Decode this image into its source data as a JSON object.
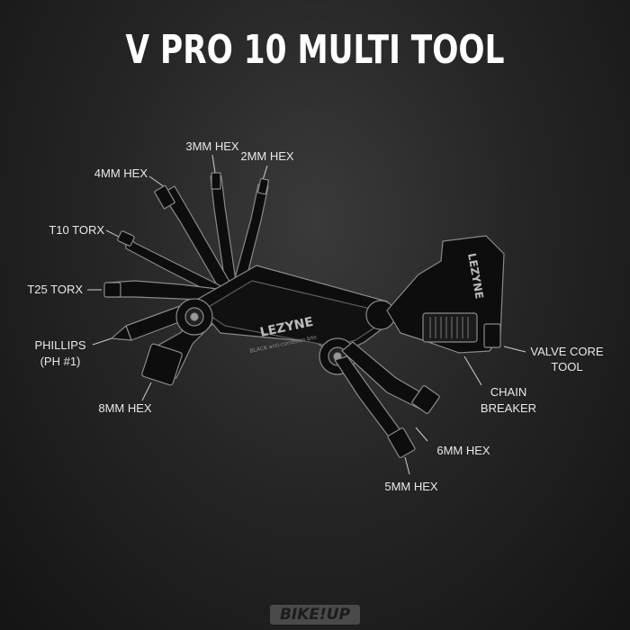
{
  "title": "V PRO 10 MULTI TOOL",
  "labels": {
    "hex3": "3MM HEX",
    "hex2": "2MM HEX",
    "hex4": "4MM HEX",
    "t10": "T10 TORX",
    "t25": "T25 TORX",
    "phillips_line1": "PHILLIPS",
    "phillips_line2": "(PH #1)",
    "hex8": "8MM HEX",
    "valve_line1": "VALVE CORE",
    "valve_line2": "TOOL",
    "chain_line1": "CHAIN",
    "chain_line2": "BREAKER",
    "hex6": "6MM HEX",
    "hex5": "5MM HEX"
  },
  "tool_text": {
    "brand": "LEZYNE",
    "subtitle": "BLACK anti-corrosion bits",
    "breaker_brand": "LEZYNE"
  },
  "watermark": "BIKE!UP",
  "colors": {
    "background": "#262626",
    "text": "#e8e8e8",
    "tool_body": "#0c0c0c",
    "tool_outline": "#8a8a8a"
  }
}
